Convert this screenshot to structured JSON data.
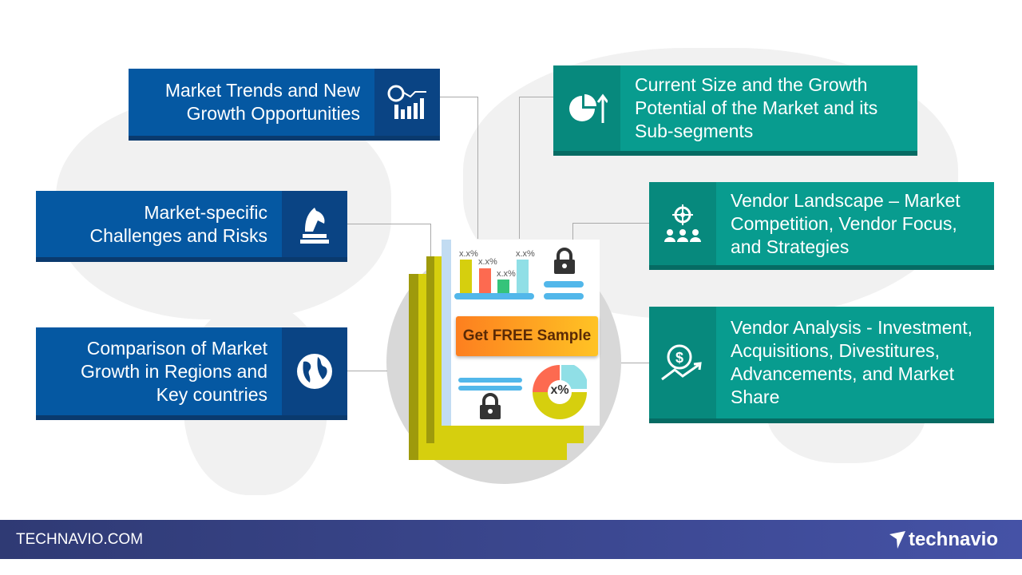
{
  "left_boxes": [
    {
      "text": "Market Trends and New Growth Opportunities",
      "icon": "trend-chart-icon"
    },
    {
      "text": "Market-specific Challenges and Risks",
      "icon": "chess-knight-icon"
    },
    {
      "text": "Comparison of Market Growth in Regions and Key countries",
      "icon": "globe-icon"
    }
  ],
  "right_boxes": [
    {
      "text": "Current Size and the Growth Potential of the Market and its Sub-segments",
      "icon": "pie-growth-icon"
    },
    {
      "text": "Vendor Landscape – Market Competition, Vendor Focus, and Strategies",
      "icon": "target-people-icon"
    },
    {
      "text": "Vendor Analysis - Investment, Acquisitions, Divestitures, Advancements, and Market Share",
      "icon": "dollar-growth-icon"
    }
  ],
  "center": {
    "cta": "Get FREE Sample",
    "bar_label": "x.x%",
    "donut_label": "x%"
  },
  "footer": {
    "site": "TECHNAVIO.COM",
    "brand": "technavio"
  }
}
